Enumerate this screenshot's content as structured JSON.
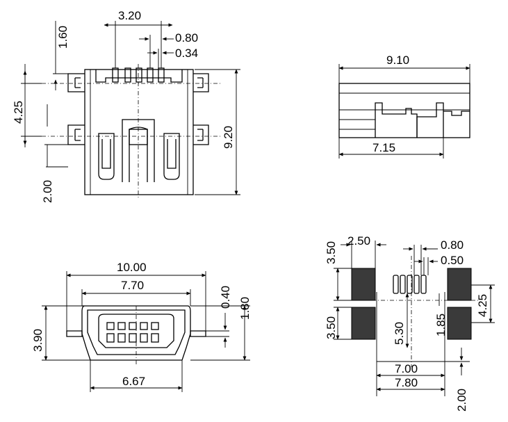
{
  "dimensions": {
    "top_view": {
      "pin_span": "3.20",
      "pin_pitch": "0.80",
      "pin_width": "0.34",
      "tab_height": "1.60",
      "tab_spacing": "4.25",
      "tab_offset": "2.00",
      "body_length": "9.20"
    },
    "side_view": {
      "overall_length": "9.10",
      "body_length": "7.15"
    },
    "front_view": {
      "overall_width": "10.00",
      "body_width": "7.70",
      "opening_width": "6.67",
      "height": "3.90",
      "lead_thickness": "0.40",
      "lead_height": "1.80"
    },
    "footprint": {
      "pad_height_top": "3.50",
      "pad_width": "2.50",
      "pad_height_bottom": "3.50",
      "pin_pitch": "0.80",
      "pin_pad_width": "0.50",
      "pad_pitch": "4.25",
      "pad_center": "5.30",
      "pin_offset": "1.85",
      "inner_span": "7.00",
      "outer_span": "7.80",
      "edge_offset": "2.00"
    }
  }
}
